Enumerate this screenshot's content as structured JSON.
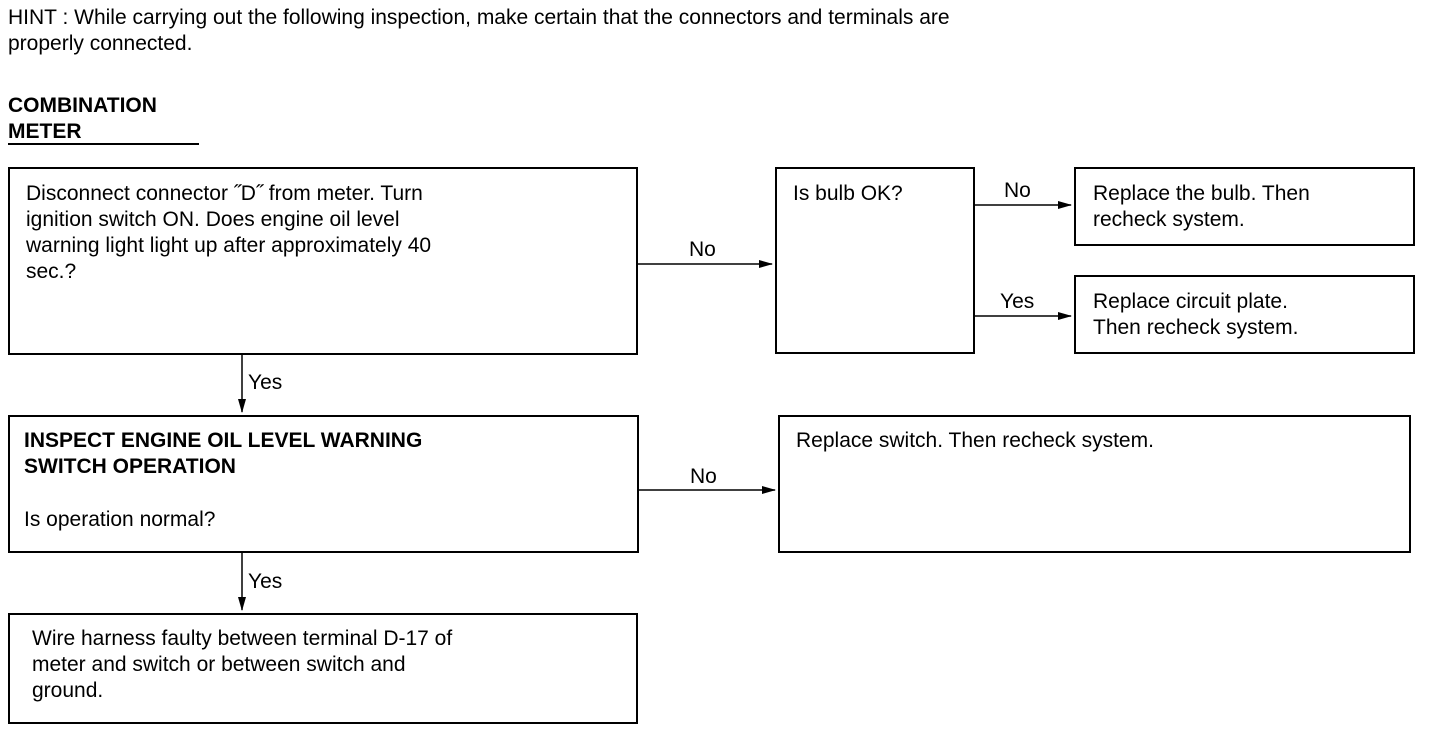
{
  "hint": "HINT : While carrying out the following inspection, make certain that the connectors and terminals are\nproperly connected.",
  "section_title": "COMBINATION\nMETER",
  "boxes": {
    "step1": "Disconnect connector ˝D˝  from meter. Turn\nignition switch ON. Does engine oil level\nwarning light light up after approximately 40\nsec.?",
    "bulb_check": "Is bulb OK?",
    "replace_bulb": "Replace the bulb. Then\nrecheck system.",
    "replace_circuit": "Replace circuit plate.\nThen recheck system.",
    "inspect_title": "INSPECT ENGINE OIL LEVEL WARNING\nSWITCH OPERATION",
    "inspect_question": "Is operation normal?",
    "replace_switch": "Replace switch. Then recheck system.",
    "wire_harness": "Wire harness faulty between terminal D-17 of\nmeter and switch or between switch and\nground."
  },
  "labels": {
    "no1": "No",
    "no_bulb": "No",
    "yes_bulb": "Yes",
    "yes1": "Yes",
    "no2": "No",
    "yes2": "Yes"
  }
}
